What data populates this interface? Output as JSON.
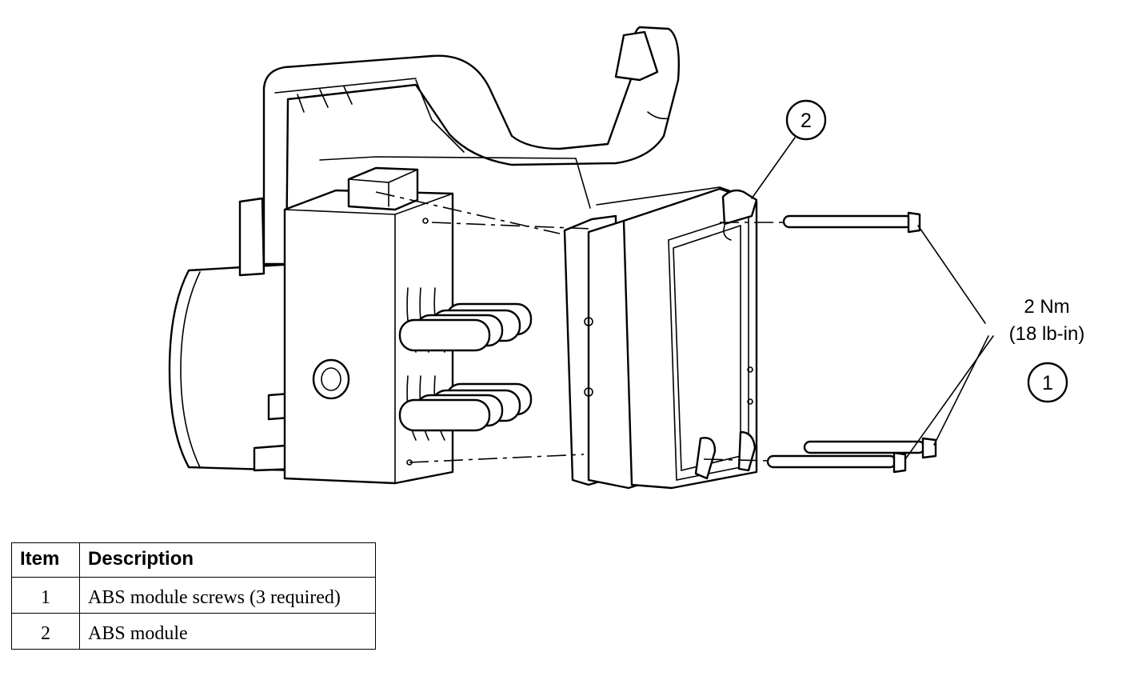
{
  "callouts": {
    "item1": "1",
    "item2": "2"
  },
  "torque": {
    "metric": "2 Nm",
    "imperial": "(18 lb-in)"
  },
  "legend": {
    "headers": {
      "item": "Item",
      "description": "Description"
    },
    "rows": [
      {
        "item": "1",
        "description": "ABS module screws (3 required)"
      },
      {
        "item": "2",
        "description": "ABS module"
      }
    ]
  }
}
